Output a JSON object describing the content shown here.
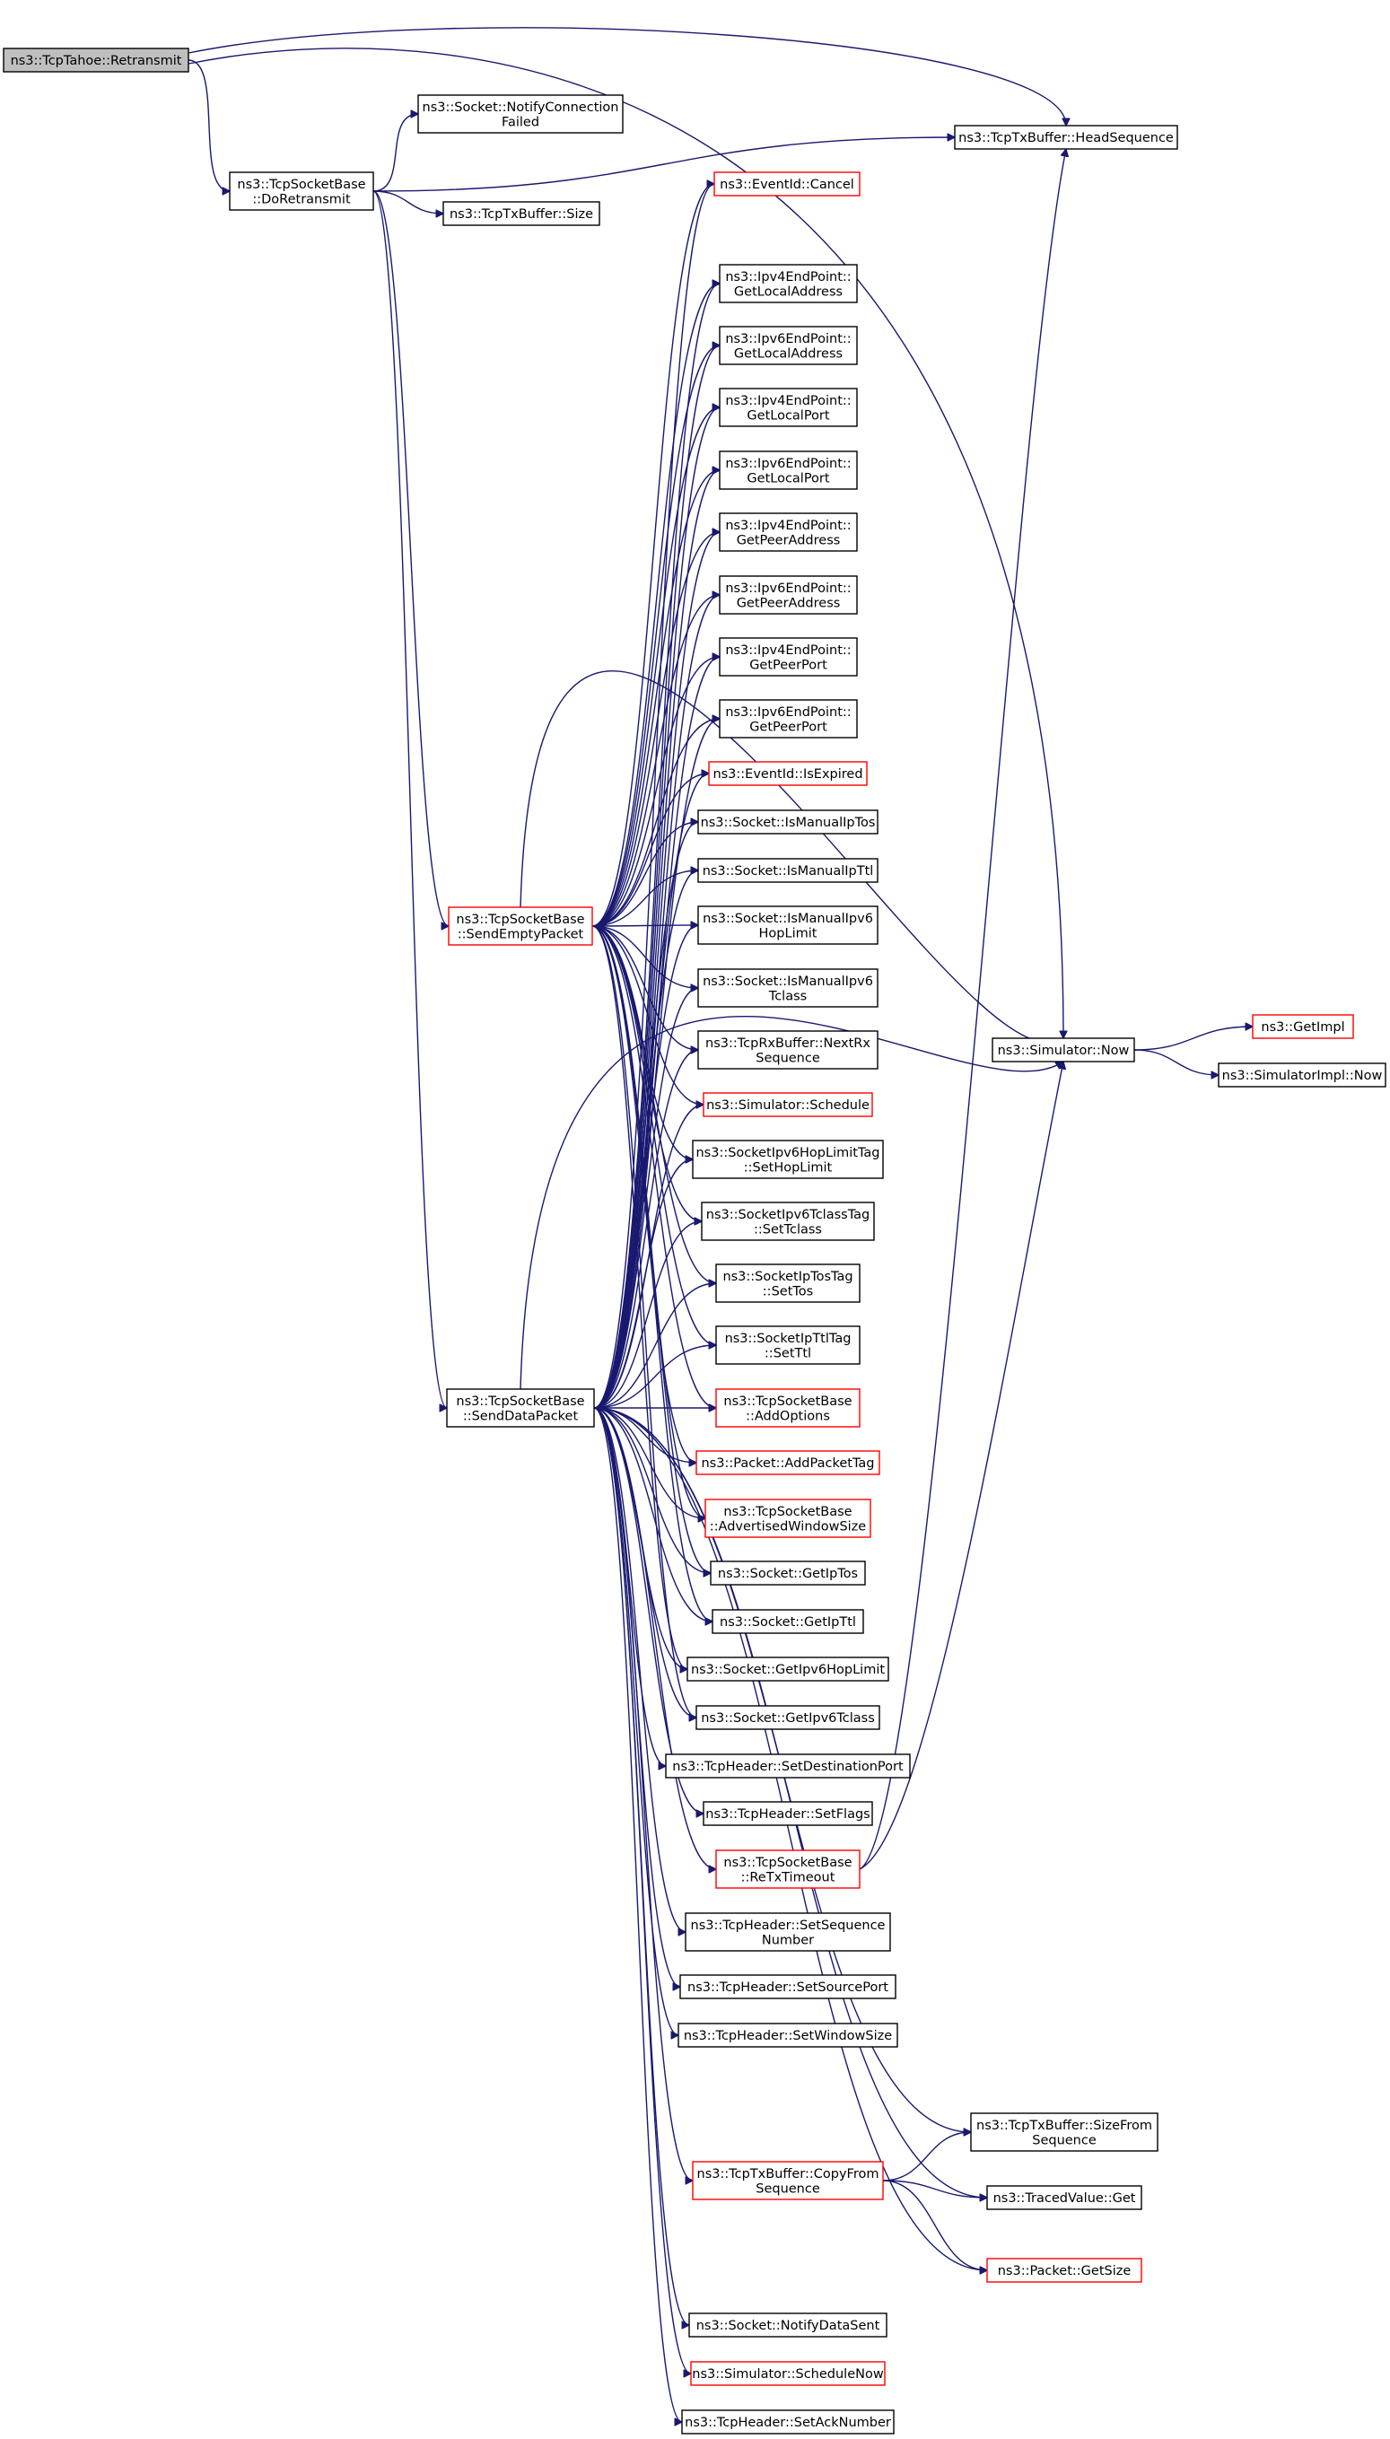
{
  "graph": {
    "nodes": [
      {
        "id": "retransmit",
        "lines": [
          "ns3::TcpTahoe::Retransmit"
        ],
        "style": "root"
      },
      {
        "id": "doretransmit",
        "lines": [
          "ns3::TcpSocketBase",
          "::DoRetransmit"
        ],
        "style": "plain"
      },
      {
        "id": "notifyconnfailed",
        "lines": [
          "ns3::Socket::NotifyConnection",
          "Failed"
        ],
        "style": "plain"
      },
      {
        "id": "txsize",
        "lines": [
          "ns3::TcpTxBuffer::Size"
        ],
        "style": "plain"
      },
      {
        "id": "headseq",
        "lines": [
          "ns3::TcpTxBuffer::HeadSequence"
        ],
        "style": "plain"
      },
      {
        "id": "cancel",
        "lines": [
          "ns3::EventId::Cancel"
        ],
        "style": "linked"
      },
      {
        "id": "ipv4localaddr",
        "lines": [
          "ns3::Ipv4EndPoint::",
          "GetLocalAddress"
        ],
        "style": "plain"
      },
      {
        "id": "ipv6localaddr",
        "lines": [
          "ns3::Ipv6EndPoint::",
          "GetLocalAddress"
        ],
        "style": "plain"
      },
      {
        "id": "ipv4localport",
        "lines": [
          "ns3::Ipv4EndPoint::",
          "GetLocalPort"
        ],
        "style": "plain"
      },
      {
        "id": "ipv6localport",
        "lines": [
          "ns3::Ipv6EndPoint::",
          "GetLocalPort"
        ],
        "style": "plain"
      },
      {
        "id": "ipv4peeraddr",
        "lines": [
          "ns3::Ipv4EndPoint::",
          "GetPeerAddress"
        ],
        "style": "plain"
      },
      {
        "id": "ipv6peeraddr",
        "lines": [
          "ns3::Ipv6EndPoint::",
          "GetPeerAddress"
        ],
        "style": "plain"
      },
      {
        "id": "ipv4peerport",
        "lines": [
          "ns3::Ipv4EndPoint::",
          "GetPeerPort"
        ],
        "style": "plain"
      },
      {
        "id": "ipv6peerport",
        "lines": [
          "ns3::Ipv6EndPoint::",
          "GetPeerPort"
        ],
        "style": "plain"
      },
      {
        "id": "isexpired",
        "lines": [
          "ns3::EventId::IsExpired"
        ],
        "style": "linked"
      },
      {
        "id": "ismanualiptos",
        "lines": [
          "ns3::Socket::IsManualIpTos"
        ],
        "style": "plain"
      },
      {
        "id": "ismanualipttl",
        "lines": [
          "ns3::Socket::IsManualIpTtl"
        ],
        "style": "plain"
      },
      {
        "id": "sendempty",
        "lines": [
          "ns3::TcpSocketBase",
          "::SendEmptyPacket"
        ],
        "style": "linked"
      },
      {
        "id": "ismanualipv6hop",
        "lines": [
          "ns3::Socket::IsManualIpv6",
          "HopLimit"
        ],
        "style": "plain"
      },
      {
        "id": "ismanualipv6tclass",
        "lines": [
          "ns3::Socket::IsManualIpv6",
          "Tclass"
        ],
        "style": "plain"
      },
      {
        "id": "nextrxseq",
        "lines": [
          "ns3::TcpRxBuffer::NextRx",
          "Sequence"
        ],
        "style": "plain"
      },
      {
        "id": "simnow",
        "lines": [
          "ns3::Simulator::Now"
        ],
        "style": "plain"
      },
      {
        "id": "getimpl",
        "lines": [
          "ns3::GetImpl"
        ],
        "style": "linked"
      },
      {
        "id": "simimplnow",
        "lines": [
          "ns3::SimulatorImpl::Now"
        ],
        "style": "plain"
      },
      {
        "id": "schedule",
        "lines": [
          "ns3::Simulator::Schedule"
        ],
        "style": "linked"
      },
      {
        "id": "sethoplimit",
        "lines": [
          "ns3::SocketIpv6HopLimitTag",
          "::SetHopLimit"
        ],
        "style": "plain"
      },
      {
        "id": "settclass",
        "lines": [
          "ns3::SocketIpv6TclassTag",
          "::SetTclass"
        ],
        "style": "plain"
      },
      {
        "id": "settos",
        "lines": [
          "ns3::SocketIpTosTag",
          "::SetTos"
        ],
        "style": "plain"
      },
      {
        "id": "setttl",
        "lines": [
          "ns3::SocketIpTtlTag",
          "::SetTtl"
        ],
        "style": "plain"
      },
      {
        "id": "senddata",
        "lines": [
          "ns3::TcpSocketBase",
          "::SendDataPacket"
        ],
        "style": "plain"
      },
      {
        "id": "addoptions",
        "lines": [
          "ns3::TcpSocketBase",
          "::AddOptions"
        ],
        "style": "linked"
      },
      {
        "id": "addpackettag",
        "lines": [
          "ns3::Packet::AddPacketTag"
        ],
        "style": "linked"
      },
      {
        "id": "advwindow",
        "lines": [
          "ns3::TcpSocketBase",
          "::AdvertisedWindowSize"
        ],
        "style": "linked"
      },
      {
        "id": "getiptos",
        "lines": [
          "ns3::Socket::GetIpTos"
        ],
        "style": "plain"
      },
      {
        "id": "getipttl",
        "lines": [
          "ns3::Socket::GetIpTtl"
        ],
        "style": "plain"
      },
      {
        "id": "getipv6hop",
        "lines": [
          "ns3::Socket::GetIpv6HopLimit"
        ],
        "style": "plain"
      },
      {
        "id": "getipv6tclass",
        "lines": [
          "ns3::Socket::GetIpv6Tclass"
        ],
        "style": "plain"
      },
      {
        "id": "setdestport",
        "lines": [
          "ns3::TcpHeader::SetDestinationPort"
        ],
        "style": "plain"
      },
      {
        "id": "setflags",
        "lines": [
          "ns3::TcpHeader::SetFlags"
        ],
        "style": "plain"
      },
      {
        "id": "retxtimeout",
        "lines": [
          "ns3::TcpSocketBase",
          "::ReTxTimeout"
        ],
        "style": "linked"
      },
      {
        "id": "setseqnum",
        "lines": [
          "ns3::TcpHeader::SetSequence",
          "Number"
        ],
        "style": "plain"
      },
      {
        "id": "setsrcport",
        "lines": [
          "ns3::TcpHeader::SetSourcePort"
        ],
        "style": "plain"
      },
      {
        "id": "setwinsize",
        "lines": [
          "ns3::TcpHeader::SetWindowSize"
        ],
        "style": "plain"
      },
      {
        "id": "sizefromseq",
        "lines": [
          "ns3::TcpTxBuffer::SizeFrom",
          "Sequence"
        ],
        "style": "plain"
      },
      {
        "id": "copyfromseq",
        "lines": [
          "ns3::TcpTxBuffer::CopyFrom",
          "Sequence"
        ],
        "style": "linked"
      },
      {
        "id": "tracedget",
        "lines": [
          "ns3::TracedValue::Get"
        ],
        "style": "plain"
      },
      {
        "id": "getsize",
        "lines": [
          "ns3::Packet::GetSize"
        ],
        "style": "linked"
      },
      {
        "id": "notifydatasent",
        "lines": [
          "ns3::Socket::NotifyDataSent"
        ],
        "style": "plain"
      },
      {
        "id": "schedulenow",
        "lines": [
          "ns3::Simulator::ScheduleNow"
        ],
        "style": "linked"
      },
      {
        "id": "setacknum",
        "lines": [
          "ns3::TcpHeader::SetAckNumber"
        ],
        "style": "plain"
      }
    ],
    "edges": [
      [
        "retransmit",
        "doretransmit"
      ],
      [
        "retransmit",
        "headseq"
      ],
      [
        "retransmit",
        "simnow"
      ],
      [
        "doretransmit",
        "notifyconnfailed"
      ],
      [
        "doretransmit",
        "headseq"
      ],
      [
        "doretransmit",
        "txsize"
      ],
      [
        "doretransmit",
        "sendempty"
      ],
      [
        "doretransmit",
        "senddata"
      ],
      [
        "sendempty",
        "cancel"
      ],
      [
        "sendempty",
        "ipv4localaddr"
      ],
      [
        "sendempty",
        "ipv6localaddr"
      ],
      [
        "sendempty",
        "ipv4localport"
      ],
      [
        "sendempty",
        "ipv6localport"
      ],
      [
        "sendempty",
        "ipv4peeraddr"
      ],
      [
        "sendempty",
        "ipv6peeraddr"
      ],
      [
        "sendempty",
        "ipv4peerport"
      ],
      [
        "sendempty",
        "ipv6peerport"
      ],
      [
        "sendempty",
        "isexpired"
      ],
      [
        "sendempty",
        "ismanualiptos"
      ],
      [
        "sendempty",
        "ismanualipttl"
      ],
      [
        "sendempty",
        "ismanualipv6hop"
      ],
      [
        "sendempty",
        "ismanualipv6tclass"
      ],
      [
        "sendempty",
        "nextrxseq"
      ],
      [
        "sendempty",
        "schedule"
      ],
      [
        "sendempty",
        "sethoplimit"
      ],
      [
        "sendempty",
        "settclass"
      ],
      [
        "sendempty",
        "settos"
      ],
      [
        "sendempty",
        "setttl"
      ],
      [
        "sendempty",
        "addoptions"
      ],
      [
        "sendempty",
        "addpackettag"
      ],
      [
        "sendempty",
        "advwindow"
      ],
      [
        "sendempty",
        "getiptos"
      ],
      [
        "sendempty",
        "getipttl"
      ],
      [
        "sendempty",
        "getipv6hop"
      ],
      [
        "sendempty",
        "getipv6tclass"
      ],
      [
        "sendempty",
        "simnow"
      ],
      [
        "senddata",
        "cancel"
      ],
      [
        "senddata",
        "ipv4localaddr"
      ],
      [
        "senddata",
        "ipv6localaddr"
      ],
      [
        "senddata",
        "ipv4localport"
      ],
      [
        "senddata",
        "ipv6localport"
      ],
      [
        "senddata",
        "ipv4peeraddr"
      ],
      [
        "senddata",
        "ipv6peeraddr"
      ],
      [
        "senddata",
        "ipv4peerport"
      ],
      [
        "senddata",
        "ipv6peerport"
      ],
      [
        "senddata",
        "isexpired"
      ],
      [
        "senddata",
        "ismanualiptos"
      ],
      [
        "senddata",
        "ismanualipttl"
      ],
      [
        "senddata",
        "ismanualipv6hop"
      ],
      [
        "senddata",
        "ismanualipv6tclass"
      ],
      [
        "senddata",
        "nextrxseq"
      ],
      [
        "senddata",
        "schedule"
      ],
      [
        "senddata",
        "sethoplimit"
      ],
      [
        "senddata",
        "settclass"
      ],
      [
        "senddata",
        "settos"
      ],
      [
        "senddata",
        "setttl"
      ],
      [
        "senddata",
        "addoptions"
      ],
      [
        "senddata",
        "addpackettag"
      ],
      [
        "senddata",
        "advwindow"
      ],
      [
        "senddata",
        "getiptos"
      ],
      [
        "senddata",
        "getipttl"
      ],
      [
        "senddata",
        "getipv6hop"
      ],
      [
        "senddata",
        "getipv6tclass"
      ],
      [
        "senddata",
        "setdestport"
      ],
      [
        "senddata",
        "setflags"
      ],
      [
        "senddata",
        "retxtimeout"
      ],
      [
        "senddata",
        "setseqnum"
      ],
      [
        "senddata",
        "setsrcport"
      ],
      [
        "senddata",
        "setwinsize"
      ],
      [
        "senddata",
        "sizefromseq"
      ],
      [
        "senddata",
        "copyfromseq"
      ],
      [
        "senddata",
        "tracedget"
      ],
      [
        "senddata",
        "getsize"
      ],
      [
        "senddata",
        "notifydatasent"
      ],
      [
        "senddata",
        "schedulenow"
      ],
      [
        "senddata",
        "setacknum"
      ],
      [
        "senddata",
        "simnow"
      ],
      [
        "simnow",
        "getimpl"
      ],
      [
        "simnow",
        "simimplnow"
      ],
      [
        "retxtimeout",
        "headseq"
      ],
      [
        "retxtimeout",
        "simnow"
      ],
      [
        "copyfromseq",
        "sizefromseq"
      ],
      [
        "copyfromseq",
        "tracedget"
      ],
      [
        "copyfromseq",
        "getsize"
      ]
    ]
  }
}
